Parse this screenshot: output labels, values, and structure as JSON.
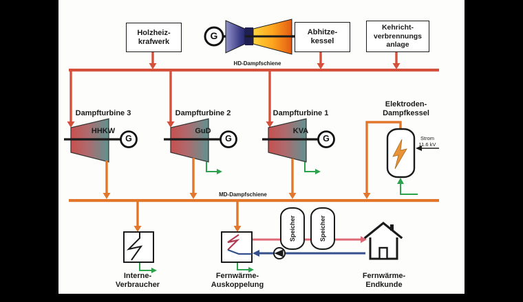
{
  "diagram": {
    "boxes": {
      "holzheiz": "Holzheiz-\nkrafwerk",
      "abhitze": "Abhitze-\nkessel",
      "kehricht": "Kehricht-\nverbrennungs\nanlage"
    },
    "buses": {
      "hd": "HD-Dampfschiene",
      "md": "MD-Dampfschiene"
    },
    "turbines": [
      {
        "name": "Dampfturbine 3",
        "sub": "HHKW"
      },
      {
        "name": "Dampfturbine 2",
        "sub": "GuD"
      },
      {
        "name": "Dampfturbine 1",
        "sub": "KVA"
      }
    ],
    "generator_label": "G",
    "electrode_boiler": {
      "title": "Elektroden-\nDampfkessel",
      "strom": "Strom\n11.6 kV"
    },
    "storage_label": "Speicher",
    "bottom": {
      "interne": "Interne-\nVerbraucher",
      "auskoppelung": "Fernwärme-\nAuskoppelung",
      "endkunde": "Fernwärme-\nEndkunde"
    },
    "colors": {
      "hd_line": "#d5503a",
      "md_line": "#e2772c",
      "green": "#2ca24c",
      "supply_red": "#dd6873",
      "return_blue": "#34508c"
    }
  }
}
